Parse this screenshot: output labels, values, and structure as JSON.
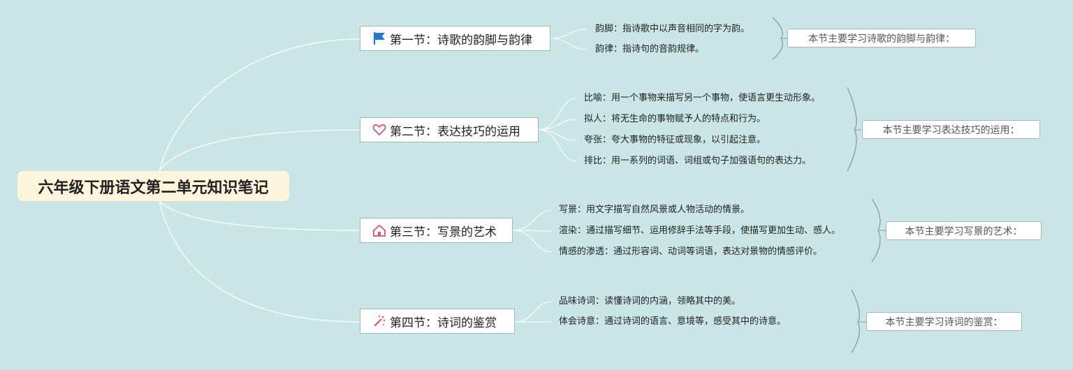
{
  "root": {
    "title": "六年级下册语文第二单元知识笔记"
  },
  "sections": [
    {
      "title": "第一节：诗歌的韵脚与韵律",
      "icon": "flag-icon",
      "items": [
        "韵脚：指诗歌中以声音相同的字为韵。",
        "韵律：指诗句的音韵规律。"
      ],
      "summary": "本节主要学习诗歌的韵脚与韵律："
    },
    {
      "title": "第二节：表达技巧的运用",
      "icon": "heart-icon",
      "items": [
        "比喻：用一个事物来描写另一个事物，使语言更生动形象。",
        "拟人：将无生命的事物赋予人的特点和行为。",
        "夸张：夸大事物的特征或现象，以引起注意。",
        "排比：用一系列的词语、词组或句子加强语句的表达力。"
      ],
      "summary": "本节主要学习表达技巧的运用："
    },
    {
      "title": "第三节：写景的艺术",
      "icon": "house-icon",
      "items": [
        "写景：用文字描写自然风景或人物活动的情景。",
        "渲染：通过描写细节、运用修辞手法等手段，使描写更加生动、感人。",
        "情感的渗透：通过形容词、动词等词语，表达对景物的情感评价。"
      ],
      "summary": "本节主要学习写景的艺术："
    },
    {
      "title": "第四节：诗词的鉴赏",
      "icon": "magic-wand-icon",
      "items": [
        "品味诗词：读懂诗词的内涵，领略其中的美。",
        "体会诗意：通过诗词的语言、意境等，感受其中的诗意。"
      ],
      "summary": "本节主要学习诗词的鉴赏："
    }
  ],
  "colors": {
    "background": "#c9e5e6",
    "root_fill": "#fdf6dc",
    "connector": "#ffffff",
    "brace": "#7fa0a2",
    "flag": "#1f7bd6",
    "icon_pink": "#e0526e"
  }
}
